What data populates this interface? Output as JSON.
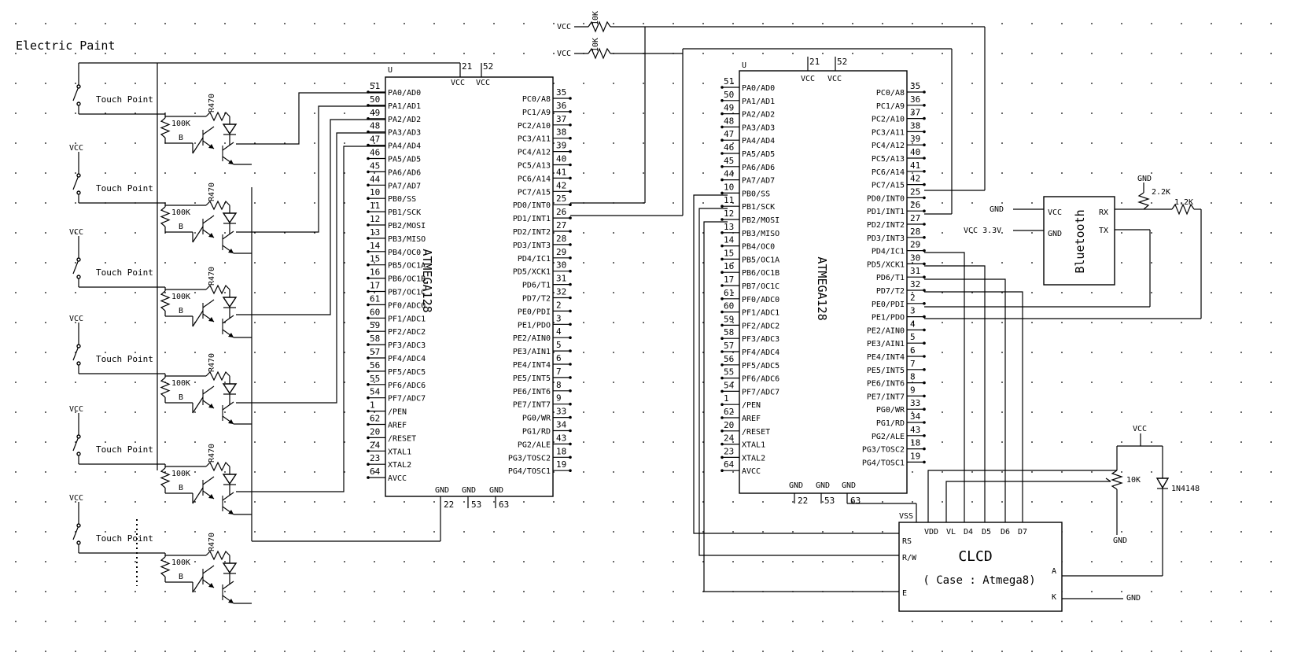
{
  "title": "Electric Paint",
  "left_mcu": {
    "name": "ATMEGA128",
    "top_power": {
      "u": "U",
      "vcc_pins": [
        "21",
        "52"
      ],
      "vcc_labels": [
        "VCC",
        "VCC"
      ]
    },
    "bottom_power": {
      "gnd_labels": [
        "GND",
        "GND",
        "GND"
      ],
      "gnd_pins": [
        "22",
        "53",
        "63"
      ]
    },
    "left_pins": [
      {
        "num": "51",
        "label": "PA0/AD0"
      },
      {
        "num": "50",
        "label": "PA1/AD1"
      },
      {
        "num": "49",
        "label": "PA2/AD2"
      },
      {
        "num": "48",
        "label": "PA3/AD3"
      },
      {
        "num": "47",
        "label": "PA4/AD4"
      },
      {
        "num": "46",
        "label": "PA5/AD5"
      },
      {
        "num": "45",
        "label": "PA6/AD6"
      },
      {
        "num": "44",
        "label": "PA7/AD7"
      },
      {
        "num": "10",
        "label": "PB0/SS"
      },
      {
        "num": "11",
        "label": "PB1/SCK"
      },
      {
        "num": "12",
        "label": "PB2/MOSI"
      },
      {
        "num": "13",
        "label": "PB3/MISO"
      },
      {
        "num": "14",
        "label": "PB4/OC0"
      },
      {
        "num": "15",
        "label": "PB5/OC1A"
      },
      {
        "num": "16",
        "label": "PB6/OC1B"
      },
      {
        "num": "17",
        "label": "PB7/OC1C"
      },
      {
        "num": "61",
        "label": "PF0/ADC0"
      },
      {
        "num": "60",
        "label": "PF1/ADC1"
      },
      {
        "num": "59",
        "label": "PF2/ADC2"
      },
      {
        "num": "58",
        "label": "PF3/ADC3"
      },
      {
        "num": "57",
        "label": "PF4/ADC4"
      },
      {
        "num": "56",
        "label": "PF5/ADC5"
      },
      {
        "num": "55",
        "label": "PF6/ADC6"
      },
      {
        "num": "54",
        "label": "PF7/ADC7"
      },
      {
        "num": "1",
        "label": "/PEN"
      },
      {
        "num": "62",
        "label": "AREF"
      },
      {
        "num": "20",
        "label": "/RESET"
      },
      {
        "num": "24",
        "label": "XTAL1"
      },
      {
        "num": "23",
        "label": "XTAL2"
      },
      {
        "num": "64",
        "label": "AVCC"
      }
    ],
    "right_pins": [
      {
        "num": "35",
        "label": "PC0/A8"
      },
      {
        "num": "36",
        "label": "PC1/A9"
      },
      {
        "num": "37",
        "label": "PC2/A10"
      },
      {
        "num": "38",
        "label": "PC3/A11"
      },
      {
        "num": "39",
        "label": "PC4/A12"
      },
      {
        "num": "40",
        "label": "PC5/A13"
      },
      {
        "num": "41",
        "label": "PC6/A14"
      },
      {
        "num": "42",
        "label": "PC7/A15"
      },
      {
        "num": "25",
        "label": "PD0/INT0"
      },
      {
        "num": "26",
        "label": "PD1/INT1"
      },
      {
        "num": "27",
        "label": "PD2/INT2"
      },
      {
        "num": "28",
        "label": "PD3/INT3"
      },
      {
        "num": "29",
        "label": "PD4/IC1"
      },
      {
        "num": "30",
        "label": "PD5/XCK1"
      },
      {
        "num": "31",
        "label": "PD6/T1"
      },
      {
        "num": "32",
        "label": "PD7/T2"
      },
      {
        "num": "2",
        "label": "PE0/PDI"
      },
      {
        "num": "3",
        "label": "PE1/PDO"
      },
      {
        "num": "4",
        "label": "PE2/AIN0"
      },
      {
        "num": "5",
        "label": "PE3/AIN1"
      },
      {
        "num": "6",
        "label": "PE4/INT4"
      },
      {
        "num": "7",
        "label": "PE5/INT5"
      },
      {
        "num": "8",
        "label": "PE6/INT6"
      },
      {
        "num": "9",
        "label": "PE7/INT7"
      },
      {
        "num": "33",
        "label": "PG0/WR"
      },
      {
        "num": "34",
        "label": "PG1/RD"
      },
      {
        "num": "43",
        "label": "PG2/ALE"
      },
      {
        "num": "18",
        "label": "PG3/TOSC2"
      },
      {
        "num": "19",
        "label": "PG4/TOSC1"
      }
    ]
  },
  "right_mcu": {
    "name": "ATMEGA128",
    "top_power": {
      "u": "U",
      "vcc_pins": [
        "21",
        "52"
      ],
      "vcc_labels": [
        "VCC",
        "VCC"
      ]
    },
    "bottom_power": {
      "gnd_labels": [
        "GND",
        "GND",
        "GND"
      ],
      "gnd_pins": [
        "22",
        "53",
        "63"
      ]
    }
  },
  "touch_points": [
    "Touch Point",
    "Touch Point",
    "Touch Point",
    "Touch Point",
    "Touch Point",
    "Touch Point"
  ],
  "vcc_label": "VCC",
  "gnd_label": "GND",
  "resistor_r470": "R470",
  "resistor_100k": "100K",
  "resistor_10k": "10K",
  "resistor_22k": "2.2K",
  "resistor_12k": "1.2K",
  "diode_label": "1N4148",
  "transistor_b": "B",
  "bluetooth": {
    "name": "Bluetooth",
    "pins": [
      "VCC",
      "GND",
      "RX",
      "TX"
    ],
    "gnd": "GND",
    "vcc33": "VCC 3.3V"
  },
  "clcd": {
    "name": "CLCD",
    "subtitle": "( Case : Atmega8)",
    "top_pins": [
      "VSS",
      "VDD",
      "VL",
      "D4",
      "D5",
      "D6",
      "D7"
    ],
    "left_pins": [
      "RS",
      "R/W",
      "E"
    ],
    "right_pins": [
      "A",
      "K"
    ]
  }
}
